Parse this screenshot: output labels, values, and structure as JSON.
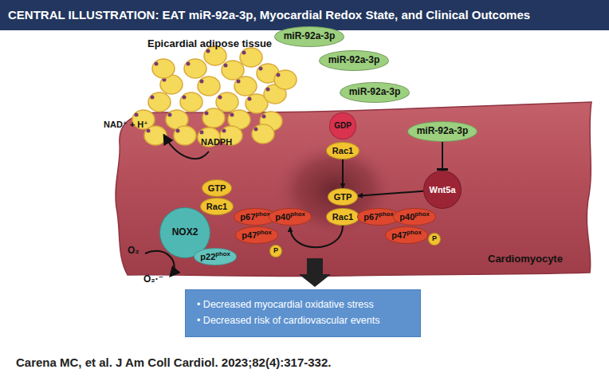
{
  "diagram": {
    "title": "CENTRAL ILLUSTRATION: EAT miR-92a-3p, Myocardial Redox State, and Clinical Outcomes",
    "caption": "Carena MC, et al. J Am Coll Cardiol. 2023;82(4):317-332.",
    "nodes": [
      {
        "text": [
          "miR-92a-3p"
        ]
      },
      {
        "text": [
          "miR-92a-3p"
        ]
      },
      {
        "text": [
          "miR-92a-3p"
        ]
      },
      {
        "text": [
          "miR-92a-3p"
        ]
      },
      {
        "text": [
          "GDP"
        ]
      },
      {
        "text": [
          "Rac1"
        ]
      },
      {
        "text": [
          "Wnt5a"
        ]
      },
      {
        "text": [
          "GTP"
        ]
      },
      {
        "text": [
          "Rac1"
        ]
      },
      {
        "text": [
          "NOX2"
        ]
      },
      {
        "text": [
          "p67",
          "phox"
        ]
      },
      {
        "text": [
          "p40",
          "phox"
        ]
      },
      {
        "text": [
          "p47",
          "phox"
        ]
      },
      {
        "text": [
          "P"
        ]
      },
      {
        "text": [
          "p22",
          "phox"
        ]
      },
      {
        "text": [
          "GTP"
        ]
      },
      {
        "text": [
          "Rac1"
        ]
      },
      {
        "text": [
          "p67",
          "phox"
        ]
      },
      {
        "text": [
          "p40",
          "phox"
        ]
      },
      {
        "text": [
          "p47",
          "phox"
        ]
      },
      {
        "text": [
          "P"
        ]
      },
      {
        "text": [
          "• Decreased myocardial oxidative stress",
          "• Decreased risk of cardiovascular events"
        ]
      }
    ],
    "edges": [
      {
        "from": 3,
        "to": 6,
        "arrow": "to"
      },
      {
        "from": 5,
        "to": 15,
        "arrow": "to"
      },
      {
        "from": 6,
        "to": 15,
        "arrow": "to"
      },
      {
        "from": 16,
        "to": 11,
        "arrow": "to"
      }
    ],
    "labels": [
      "Epicardial adipose tissue",
      "NADPH",
      "NAD⁺ + H⁺",
      "O₂",
      "O₂·⁻",
      "Cardiomyocyte"
    ]
  }
}
